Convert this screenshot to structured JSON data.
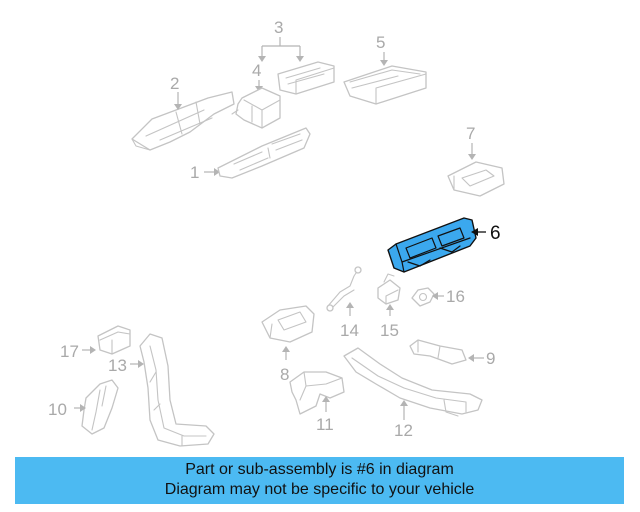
{
  "diagram": {
    "highlighted_part": "6",
    "callouts": {
      "c1": "1",
      "c2": "2",
      "c3": "3",
      "c4": "4",
      "c5": "5",
      "c6": "6",
      "c7": "7",
      "c8": "8",
      "c9": "9",
      "c10": "10",
      "c11": "11",
      "c12": "12",
      "c13": "13",
      "c14": "14",
      "c15": "15",
      "c16": "16",
      "c17": "17"
    },
    "colors": {
      "highlight_fill": "#3ba8ee",
      "line_gray": "#c4c4c4",
      "label_gray": "#a9a9a9"
    }
  },
  "banner": {
    "line1": "Part or sub-assembly is #6 in diagram",
    "line2": "Diagram may not be specific to your vehicle",
    "background": "#4cbaf2"
  }
}
